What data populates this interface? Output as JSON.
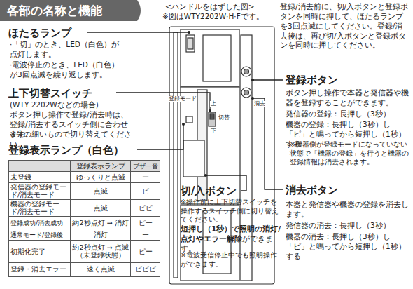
{
  "diagram": {
    "title": "各部の名称と機能",
    "labels": [
      "<ハンドルをはずした図>",
      "※図はWTY2202W·H·Fです。",
      "ほたるランプ",
      "·「切」のとき、LED（白色）が点灯します。",
      "·電波停止のとき、LED（白色）が3回点滅を繰り返します。",
      "上下切替スイッチ",
      "(WTY 2202Wなどの場合)",
      "ボタン押し操作で登録/消去時は、登録/消去するスイッチ側に合わせます。",
      "※先の細いもので切り替えてください。",
      "登録表示ランプ（白色）",
      "登録表示ランプ",
      "ブザー音",
      "未登録",
      "ゆっくりと点滅",
      "ー",
      "発信器の登録モード/消去モード",
      "点滅",
      "ピ",
      "機器の登録モード/消去モード",
      "点滅",
      "ピピ",
      "登録成功/消去成功",
      "約2秒点灯 → 消灯",
      "ピー",
      "通常モード/登録後",
      "消灯",
      "ー",
      "初期化完了",
      "約2秒点灯 → 点滅（未登録状態）",
      "ピー",
      "登録・消去エラー",
      "速く点滅",
      "ピピピ",
      "登録/消去前に、切/入ボタンと登録ボタンを同時に押して、ほたるランプを3回点滅にしてください。登録/消去後は、再び切/入ボタンと登録ボタンを同時に押してください。",
      "登録ボタン",
      "ボタン押し操作で本器と発信器や機器を登録することができます。",
      "発信器の登録：長押し（3秒）",
      "機器の登録：長押し（3秒）し「ピ」と鳴ってから短押し（1秒）する",
      "※機器側が登録モードになっていない状態で「機器の登録」を行うと機器の登録情報は消去されます。",
      "消去ボタン",
      "本器と発信器や機器の登録を消去します。",
      "発信器の消去：長押し（3秒）",
      "機器の消去：長押し（3秒）し「ピ」と鳴ってから短押し（1秒）する",
      "切/入ボタン",
      "※操作前に上下切替スイッチを操作するスイッチ側に切り替えてください。",
      "短押し（1秒）で照明の消灯/点灯やエラー解除",
      "ができます。",
      "※電波受信停止中でも照明操作ができます。",
      "登録モード",
      "上",
      "切替",
      "下",
      "消去"
    ]
  }
}
